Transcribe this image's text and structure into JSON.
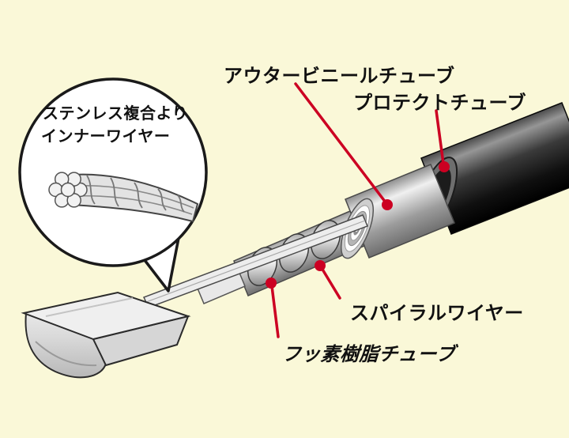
{
  "colors": {
    "background": "#faf8d8",
    "callout_red": "#cc0022"
  },
  "callouts": {
    "outer_vinyl_tube": {
      "label": "アウタービニールチューブ"
    },
    "protect_tube": {
      "label": "プロテクトチューブ"
    },
    "spiral_wire": {
      "label": "スパイラルワイヤー"
    },
    "fluororesin_tube": {
      "label": "フッ素樹脂チューブ"
    }
  },
  "inset": {
    "line1": "ステンレス複合より",
    "line2": "インナーワイヤー"
  }
}
